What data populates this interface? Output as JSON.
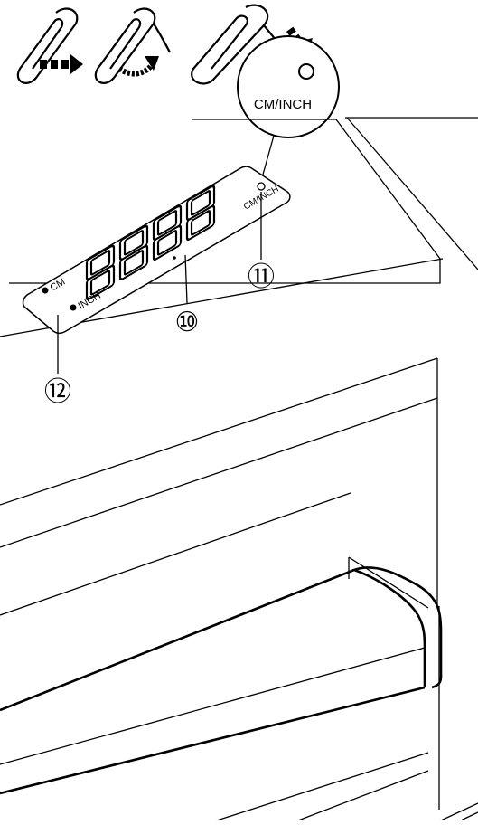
{
  "callout": {
    "button_label": "CM/INCH"
  },
  "panel": {
    "label_cm": "CM",
    "label_inch": "INCH",
    "label_cm_inch": "CM/INCH"
  },
  "markers": {
    "display": "⑩",
    "button": "⑪",
    "indicators": "⑫"
  },
  "icons": {
    "paperclip_1": "paperclip-icon",
    "paperclip_2": "paperclip-icon",
    "paperclip_3": "paperclip-icon",
    "arrow_right": "dashed-arrow-right-icon",
    "arrow_curved": "curved-arrow-icon",
    "arrow_down": "dashed-arrow-down-icon"
  },
  "colors": {
    "line": "#000000",
    "background": "#ffffff"
  }
}
